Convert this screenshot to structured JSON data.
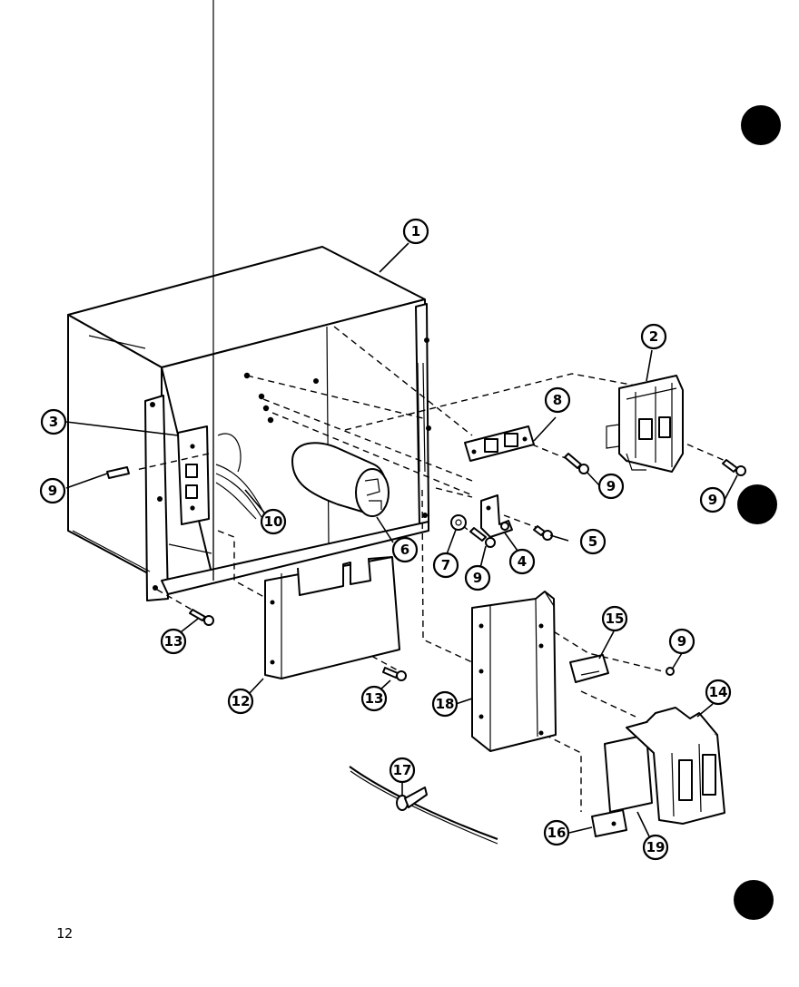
{
  "page_number": "12",
  "callouts": [
    {
      "label": "1"
    },
    {
      "label": "2"
    },
    {
      "label": "3"
    },
    {
      "label": "9"
    },
    {
      "label": "8"
    },
    {
      "label": "9"
    },
    {
      "label": "9"
    },
    {
      "label": "10"
    },
    {
      "label": "6"
    },
    {
      "label": "5"
    },
    {
      "label": "7"
    },
    {
      "label": "9"
    },
    {
      "label": "4"
    },
    {
      "label": "13"
    },
    {
      "label": "12"
    },
    {
      "label": "13"
    },
    {
      "label": "15"
    },
    {
      "label": "9"
    },
    {
      "label": "14"
    },
    {
      "label": "18"
    },
    {
      "label": "17"
    },
    {
      "label": "16"
    },
    {
      "label": "19"
    }
  ],
  "colors": {
    "ink": "#000000",
    "paper": "#ffffff"
  }
}
